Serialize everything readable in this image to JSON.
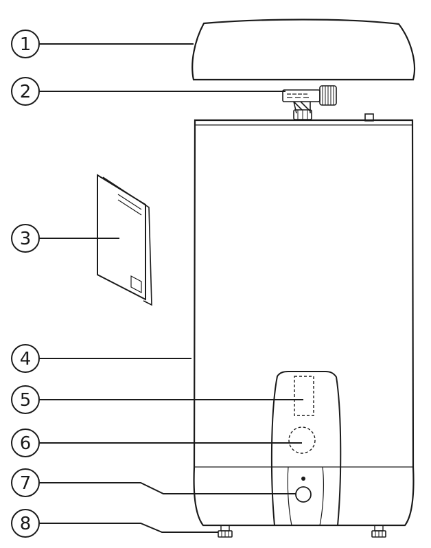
{
  "callouts": [
    {
      "number": "1",
      "part": "cover"
    },
    {
      "number": "2",
      "part": "inlet-valve"
    },
    {
      "number": "3",
      "part": "manual"
    },
    {
      "number": "4",
      "part": "tank"
    },
    {
      "number": "5",
      "part": "display"
    },
    {
      "number": "6",
      "part": "control-knob"
    },
    {
      "number": "7",
      "part": "power-button"
    },
    {
      "number": "8",
      "part": "adjustable-feet"
    }
  ],
  "colors": {
    "line": "#1a1a1a",
    "background": "#ffffff"
  }
}
